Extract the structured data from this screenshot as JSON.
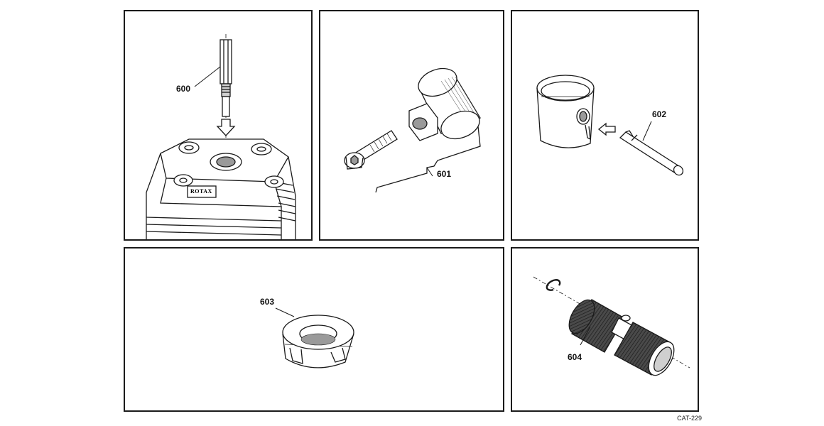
{
  "panels": [
    {
      "id": "p600",
      "callout": "600"
    },
    {
      "id": "p601",
      "callout": "601"
    },
    {
      "id": "p602",
      "callout": "602"
    },
    {
      "id": "p603",
      "callout": "603"
    },
    {
      "id": "p604",
      "callout": "604"
    }
  ],
  "engraving": "ROTAX",
  "catalog_ref": "CAT-229",
  "colors": {
    "line": "#1a1a1a",
    "shade": "#9a9a9a",
    "knurl": "#3a3a3a"
  }
}
